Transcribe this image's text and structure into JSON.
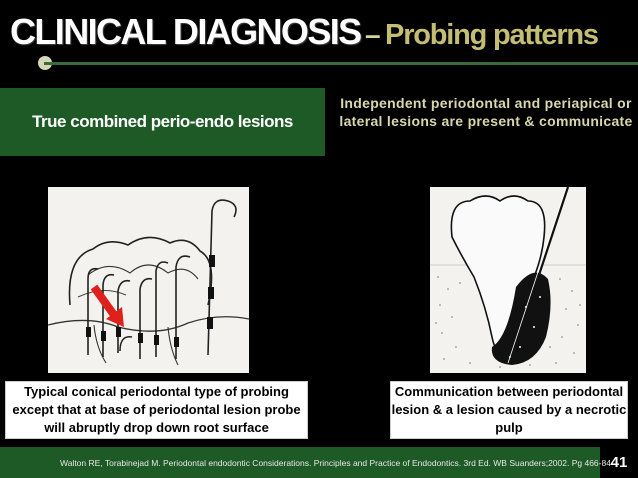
{
  "slide": {
    "title_main": "CLINICAL DIAGNOSIS",
    "title_separator": "–",
    "title_sub": "Probing patterns",
    "left_label": "True combined perio-endo lesions",
    "right_heading": "Independent periodontal and periapical or lateral lesions are present & communicate",
    "caption_left": "Typical conical periodontal type of probing except that at base of periodontal lesion probe will abruptly drop down root surface",
    "caption_right": "Communication between periodontal lesion & a lesion caused by a necrotic pulp",
    "reference": "Walton RE, Torabinejad M. Periodontal endodontic Considerations. Principles and Practice of Endodontics. 3rd Ed. WB Suanders;2002. Pg 466-84",
    "page_number": "41"
  },
  "colors": {
    "background": "#000000",
    "accent_green": "#1e5a26",
    "title_sub": "#c4bd74",
    "heading_text": "#d9d7ad",
    "arrow_red": "#e0201c"
  },
  "images": {
    "left": "probing-illustration-molars-with-probes",
    "right": "tooth-with-probe-and-lesion-illustration"
  }
}
